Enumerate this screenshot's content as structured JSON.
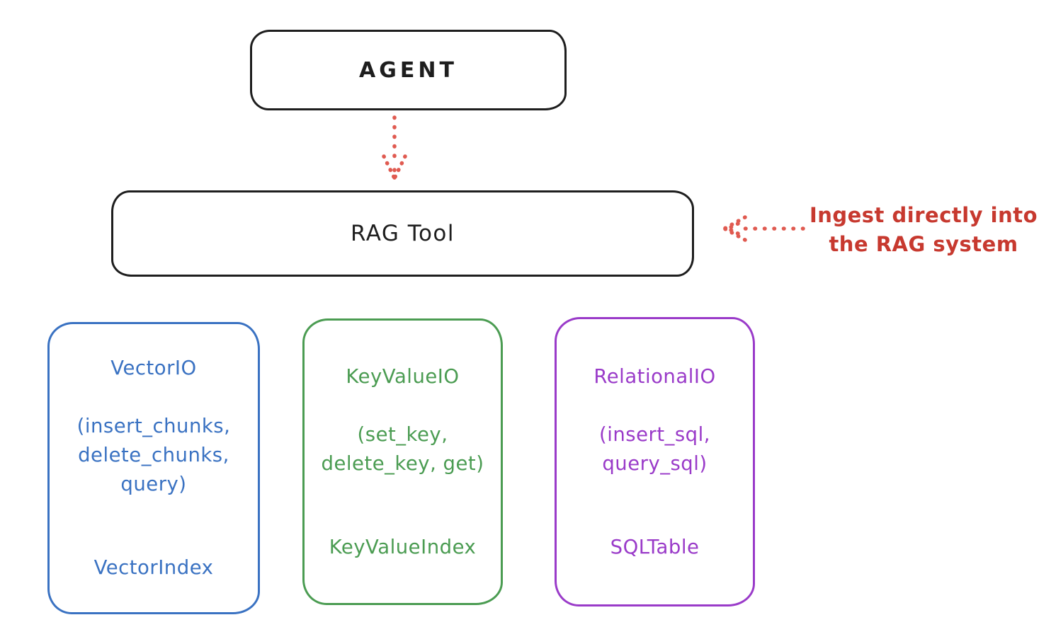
{
  "colors": {
    "ink": "#1e1e1e",
    "arrow_red": "#e05a50",
    "annotation_red": "#c7392f",
    "vector_blue": "#3a72c2",
    "keyvalue_green": "#4b9c52",
    "relational_purple": "#9a3bc9"
  },
  "agent": {
    "label": "AGENT"
  },
  "rag_tool": {
    "label": "RAG Tool"
  },
  "annotation": {
    "text": "Ingest directly into\nthe RAG system"
  },
  "arrows": [
    {
      "name": "agent-to-rag-tool",
      "style": "dotted",
      "direction": "down"
    },
    {
      "name": "annotation-to-rag-tool",
      "style": "dotted",
      "direction": "left"
    }
  ],
  "io_boxes": [
    {
      "title": "VectorIO",
      "methods": "(insert_chunks,\ndelete_chunks,\nquery)",
      "index_label": "VectorIndex",
      "color": "#3a72c2"
    },
    {
      "title": "KeyValueIO",
      "methods": "(set_key,\ndelete_key, get)",
      "index_label": "KeyValueIndex",
      "color": "#4b9c52"
    },
    {
      "title": "RelationalIO",
      "methods": "(insert_sql,\nquery_sql)",
      "index_label": "SQLTable",
      "color": "#9a3bc9"
    }
  ]
}
